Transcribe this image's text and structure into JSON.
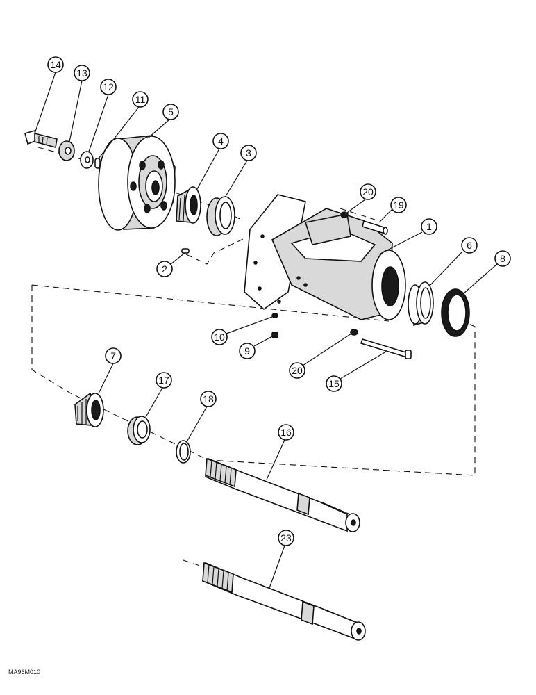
{
  "diagram": {
    "drawing_code": "MA96M010",
    "callouts": [
      "14",
      "13",
      "12",
      "11",
      "5",
      "4",
      "3",
      "20",
      "19",
      "1",
      "6",
      "8",
      "2",
      "10",
      "9",
      "20",
      "15",
      "7",
      "17",
      "18",
      "16",
      "23"
    ],
    "colors": {
      "ink": "#111111",
      "paper": "#ffffff",
      "shade": "#d9d9d9"
    }
  }
}
